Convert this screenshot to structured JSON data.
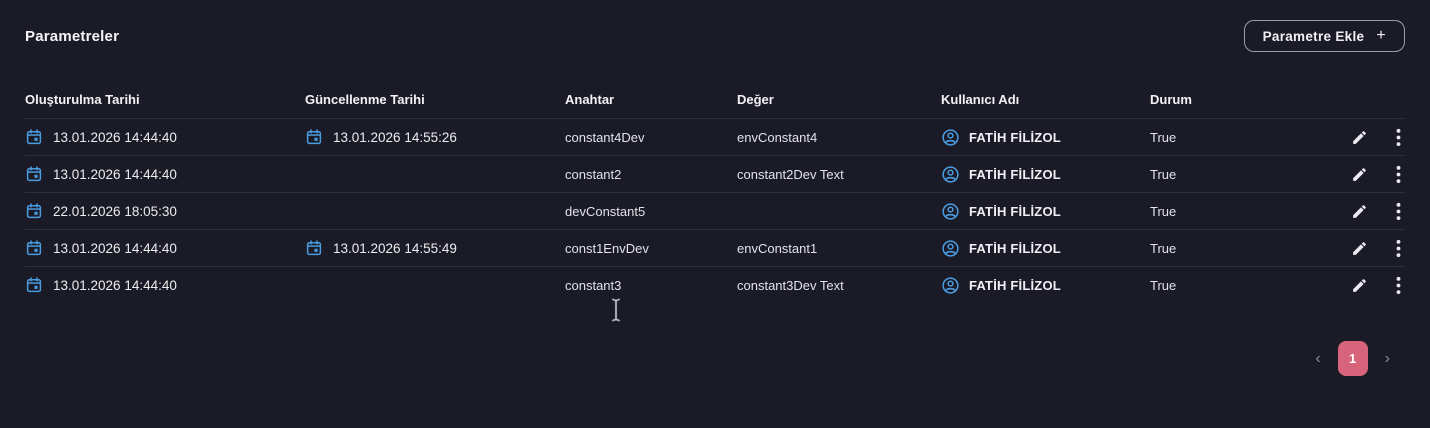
{
  "page": {
    "title": "Parametreler"
  },
  "toolbar": {
    "add_button_label": "Parametre Ekle",
    "add_button_icon": "+"
  },
  "table": {
    "columns": [
      "Oluşturulma Tarihi",
      "Güncellenme Tarihi",
      "Anahtar",
      "Değer",
      "Kullanıcı Adı",
      "Durum"
    ],
    "rows": [
      {
        "created": "13.01.2026 14:44:40",
        "updated": "13.01.2026 14:55:26",
        "key": "constant4Dev",
        "value": "envConstant4",
        "user": "FATİH FİLİZOL",
        "status": "True"
      },
      {
        "created": "13.01.2026 14:44:40",
        "updated": "",
        "key": "constant2",
        "value": "constant2Dev Text",
        "user": "FATİH FİLİZOL",
        "status": "True"
      },
      {
        "created": "22.01.2026 18:05:30",
        "updated": "",
        "key": "devConstant5",
        "value": "",
        "user": "FATİH FİLİZOL",
        "status": "True"
      },
      {
        "created": "13.01.2026 14:44:40",
        "updated": "13.01.2026 14:55:49",
        "key": "const1EnvDev",
        "value": "envConstant1",
        "user": "FATİH FİLİZOL",
        "status": "True"
      },
      {
        "created": "13.01.2026 14:44:40",
        "updated": "",
        "key": "constant3",
        "value": "constant3Dev Text",
        "user": "FATİH FİLİZOL",
        "status": "True"
      }
    ]
  },
  "pagination": {
    "prev": "‹",
    "current_page": "1",
    "next": "›"
  },
  "icons": {
    "calendar": "calendar-icon",
    "user": "user-circle-icon",
    "edit": "pencil-icon",
    "row_menu": "kebab-menu-icon"
  },
  "colors": {
    "background": "#1b1b27",
    "row_divider": "#30303d",
    "accent_blue": "#4a9ce0",
    "pagination_active": "#d7647b",
    "text": "#e6e6ec"
  }
}
